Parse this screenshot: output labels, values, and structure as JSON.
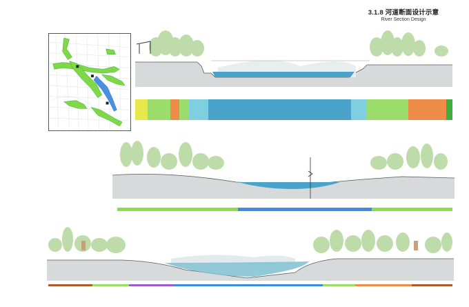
{
  "title": {
    "zh": "3.1.8 河道断面设计示意",
    "en": "River Section Design"
  },
  "colors": {
    "water": "#4aa3c8",
    "water_light": "#7fcfe0",
    "green_light": "#9bdc6a",
    "green": "#7ec850",
    "yellow": "#e8e84a",
    "orange": "#ef8c4a",
    "blue": "#3a8de0",
    "purple": "#a05ad0",
    "brown": "#b05a2a",
    "ground": "#d7dadb",
    "tree": "#a9cf8f"
  },
  "bars": {
    "section1": [
      {
        "color": "#e8e84a",
        "w": 4
      },
      {
        "color": "#9bdc6a",
        "w": 7
      },
      {
        "color": "#ef8c4a",
        "w": 3
      },
      {
        "color": "#9bdc6a",
        "w": 3
      },
      {
        "color": "#7fcfe0",
        "w": 6
      },
      {
        "color": "#4aa3c8",
        "w": 45
      },
      {
        "color": "#7fcfe0",
        "w": 5
      },
      {
        "color": "#9bdc6a",
        "w": 13
      },
      {
        "color": "#ef8c4a",
        "w": 12
      },
      {
        "color": "#3fae3f",
        "w": 2
      }
    ],
    "section2": [
      {
        "color": "#8fdc4a",
        "w": 36
      },
      {
        "color": "#3a8de0",
        "w": 40
      },
      {
        "color": "#8fdc4a",
        "w": 24
      }
    ],
    "section3": [
      {
        "color": "#b05a2a",
        "w": 11
      },
      {
        "color": "#9bdc6a",
        "w": 9
      },
      {
        "color": "#a05ad0",
        "w": 11
      },
      {
        "color": "#3a8de0",
        "w": 37
      },
      {
        "color": "#9bdc6a",
        "w": 8
      },
      {
        "color": "#ef8c4a",
        "w": 14
      },
      {
        "color": "#b05a2a",
        "w": 10
      }
    ]
  }
}
